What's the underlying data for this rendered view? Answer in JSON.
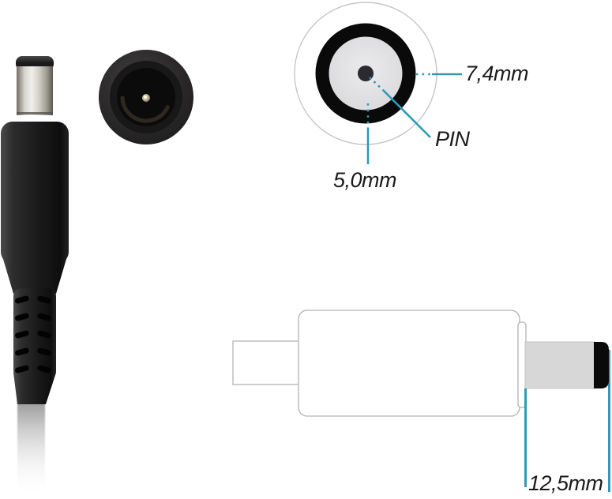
{
  "labels": {
    "front_outer_diameter": "7,4mm",
    "front_pin": "PIN",
    "front_inner_diameter": "5,0mm",
    "side_barrel_length": "12,5mm"
  },
  "colors": {
    "accent_teal": "#2e9ab8",
    "label_text": "#1a1a1a",
    "drawing_stroke": "#b3b3b3",
    "diagram_ring_black": "#0a0a0a",
    "diagram_disc_gray": "#dedee0",
    "diagram_center_dot": "#2a2a2f",
    "barrel_fill": "#d7d7d7",
    "tip_black": "#0a0a0a"
  }
}
